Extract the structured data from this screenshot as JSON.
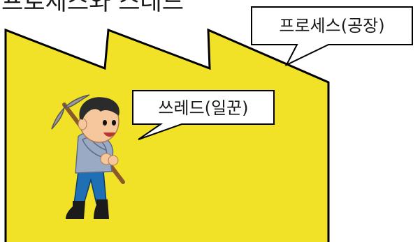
{
  "heading": "프로세스와 스레드",
  "process_label": "프로세스(공장)",
  "thread_label": "쓰레드(일꾼)",
  "icons": {
    "factory": "factory-silhouette",
    "worker": "worker-with-pickaxe"
  },
  "colors": {
    "factory_fill": "#f2e227",
    "outline": "#000000",
    "callout_fill": "#ffffff",
    "skin": "#f6c79c",
    "hair": "#2b2b2b",
    "shirt": "#9aa9c4",
    "pants": "#1f6fb5",
    "boots": "#1b1b1b",
    "pickaxe_head": "#9a9a9a",
    "pickaxe_handle": "#8a5a2b"
  }
}
